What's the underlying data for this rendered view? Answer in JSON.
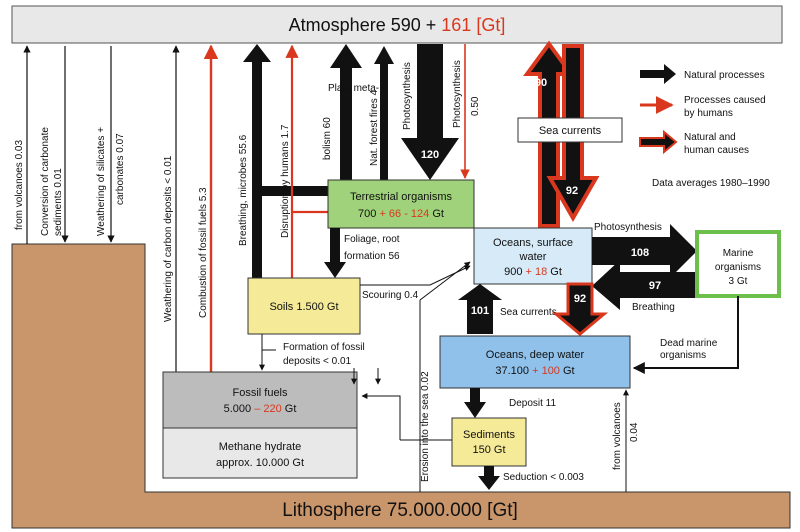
{
  "atmosphere": {
    "label": "Atmosphere 590 + ",
    "human": "161",
    "unit": " [Gt]"
  },
  "lithosphere": {
    "label": "Lithosphere 75.000.000 [Gt]"
  },
  "left_flows": {
    "volcanoes": "from volcanoes 0.03",
    "carbonate_1": "Conversion of carbonate",
    "carbonate_2": "sediments 0.01",
    "weathering_1": "Weathering of silicates +",
    "weathering_2": "carbonates 0.07",
    "weathering_carbon": "Weathering of carbon deposits < 0.01",
    "combustion": "Combustion of fossil fuels 5.3",
    "breathing_microbes": "Breathing, microbes 55.6",
    "disruption": "Disruption by humans 1.7",
    "plant_1": "Plant meta-",
    "plant_2": "bolism 60",
    "forest_fires": "Nat. forest fires 4",
    "photosynthesis": "Photosynthesis",
    "photosynthesis_human": "Photosynthesis",
    "photosynthesis_human_val": "0.50",
    "photosynthesis_val": "120"
  },
  "terrestrial": {
    "line1": "Terrestrial organisms",
    "base": "700 ",
    "plus": "+ 66",
    "minus": " - 124",
    "unit": " Gt"
  },
  "foliage": {
    "line1": "Foliage, root",
    "line2": "formation 56"
  },
  "soils": {
    "label": "Soils 1.500 Gt"
  },
  "scouring": "Scouring 0.4",
  "fossil_formation": {
    "line1": "Formation of fossil",
    "line2": "deposits < 0.01"
  },
  "fossil_fuels": {
    "line1": "Fossil fuels",
    "base": "5.000 ",
    "minus": "– 220",
    "unit": " Gt"
  },
  "methane": {
    "line1": "Methane hydrate",
    "line2": "approx. 10.000 Gt"
  },
  "erosion": "Erosion into the sea 0.02",
  "sea_currents_box": "Sea currents",
  "sea_down_val": "90",
  "sea_up_val": "92",
  "oceans_surface": {
    "line1": "Oceans, surface",
    "line2": "water",
    "base": "900 ",
    "plus": "+ 18",
    "unit": " Gt"
  },
  "photosynthesis_marine": "Photosynthesis",
  "marine_108": "108",
  "marine_97": "97",
  "breathing": "Breathing",
  "marine": {
    "line1": "Marine",
    "line2": "organisms",
    "line3": "3 Gt"
  },
  "deep_101": "101",
  "deep_92": "92",
  "sea_currents_label": "Sea currents",
  "oceans_deep": {
    "line1": "Oceans, deep water",
    "base": "37.100 ",
    "plus": "+ 100",
    "unit": " Gt"
  },
  "dead_marine": {
    "line1": "Dead marine",
    "line2": "organisms"
  },
  "deposit": "Deposit 11",
  "sediments": {
    "line1": "Sediments",
    "line2": "150 Gt"
  },
  "seduction": "Seduction < 0.003",
  "from_volcanoes_right": "from volcanoes",
  "from_volcanoes_right_val": "0.04",
  "legend": {
    "natural": "Natural processes",
    "human_1": "Processes caused",
    "human_2": "by humans",
    "both_1": "Natural and",
    "both_2": "human causes",
    "note": "Data averages 1980–1990"
  },
  "colors": {
    "red": "#d9381e",
    "ground": "#c9956b",
    "terrestrial": "#9fd27a",
    "soils": "#f5ea97",
    "ocean_surface": "#d6eaf8",
    "ocean_deep": "#8fc1ea",
    "fossil": "#bcbcbc",
    "methane": "#e8e8e8",
    "sediments": "#f5ea97",
    "atmosphere": "#e8e8e8"
  }
}
